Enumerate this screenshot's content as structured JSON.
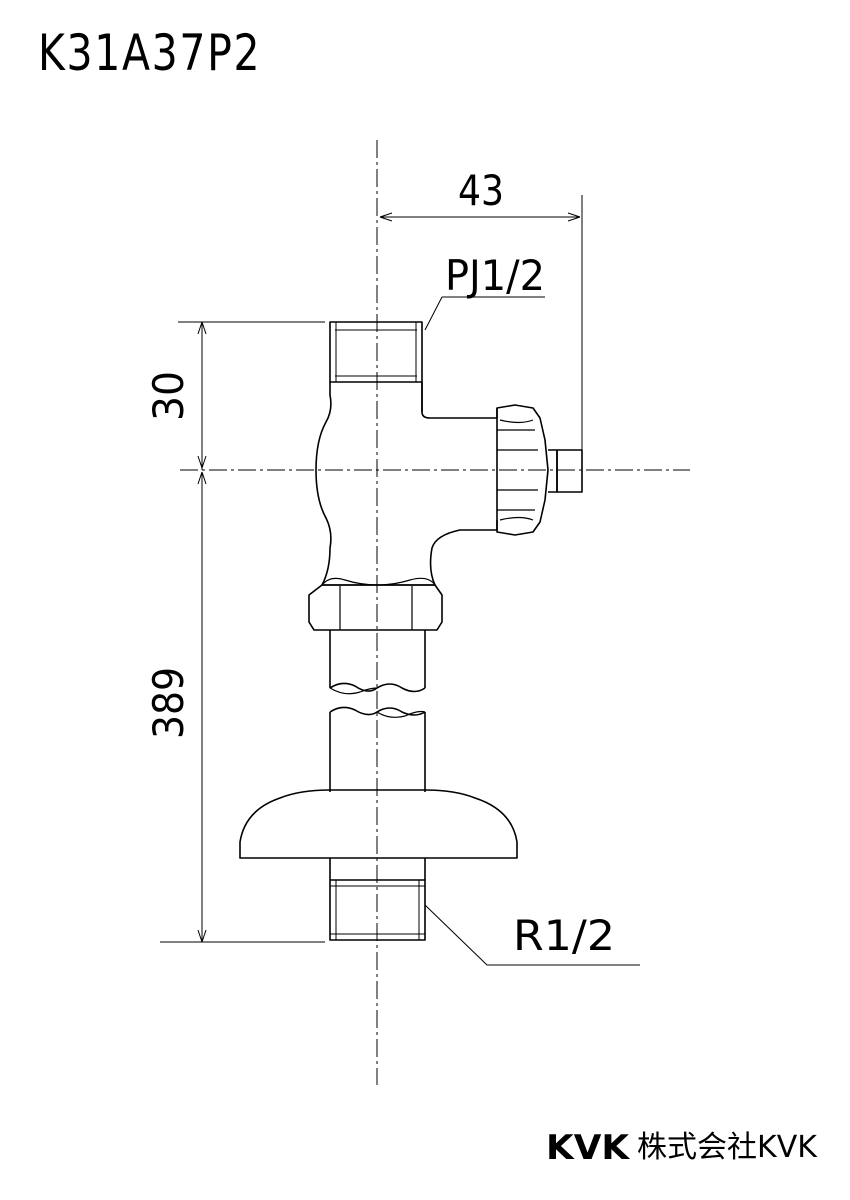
{
  "title": "K31A37P2",
  "dimensions": {
    "width_offset": "43",
    "upper_height": "30",
    "total_height": "389"
  },
  "callouts": {
    "top_thread": "PJ1/2",
    "bottom_thread": "R1/2"
  },
  "footer": {
    "logo": "KVK",
    "company": "株式会社KVK"
  }
}
